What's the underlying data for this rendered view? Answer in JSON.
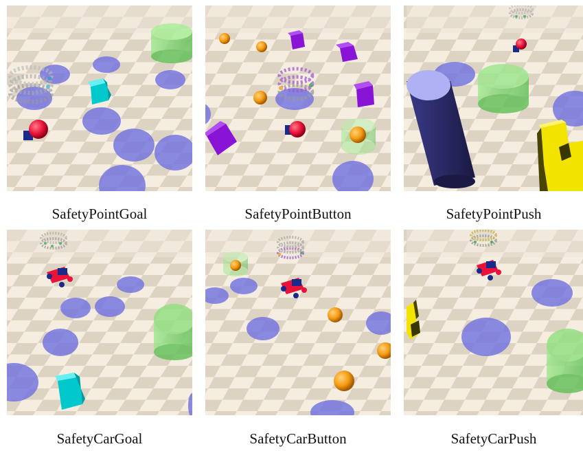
{
  "figure": {
    "panels": [
      {
        "id": "p1",
        "caption": "SafetyPointGoal"
      },
      {
        "id": "p2",
        "caption": "SafetyPointButton"
      },
      {
        "id": "p3",
        "caption": "SafetyPointPush"
      },
      {
        "id": "p4",
        "caption": "SafetyCarGoal"
      },
      {
        "id": "p5",
        "caption": "SafetyCarButton"
      },
      {
        "id": "p6",
        "caption": "SafetyCarPush"
      }
    ],
    "colors": {
      "floor_light": "#f4ede0",
      "floor_dark": "#ddd3c3",
      "hazard": "#6f6fe0",
      "goal": "#7fdd6f",
      "cube": "#00d8dc",
      "gremlin": "#8a14d6",
      "button": "#f59a12",
      "box": "#f2e400",
      "pillar": "#2d2d6e",
      "robot_red": "#e8123a",
      "robot_blue": "#1a2a8a"
    }
  }
}
